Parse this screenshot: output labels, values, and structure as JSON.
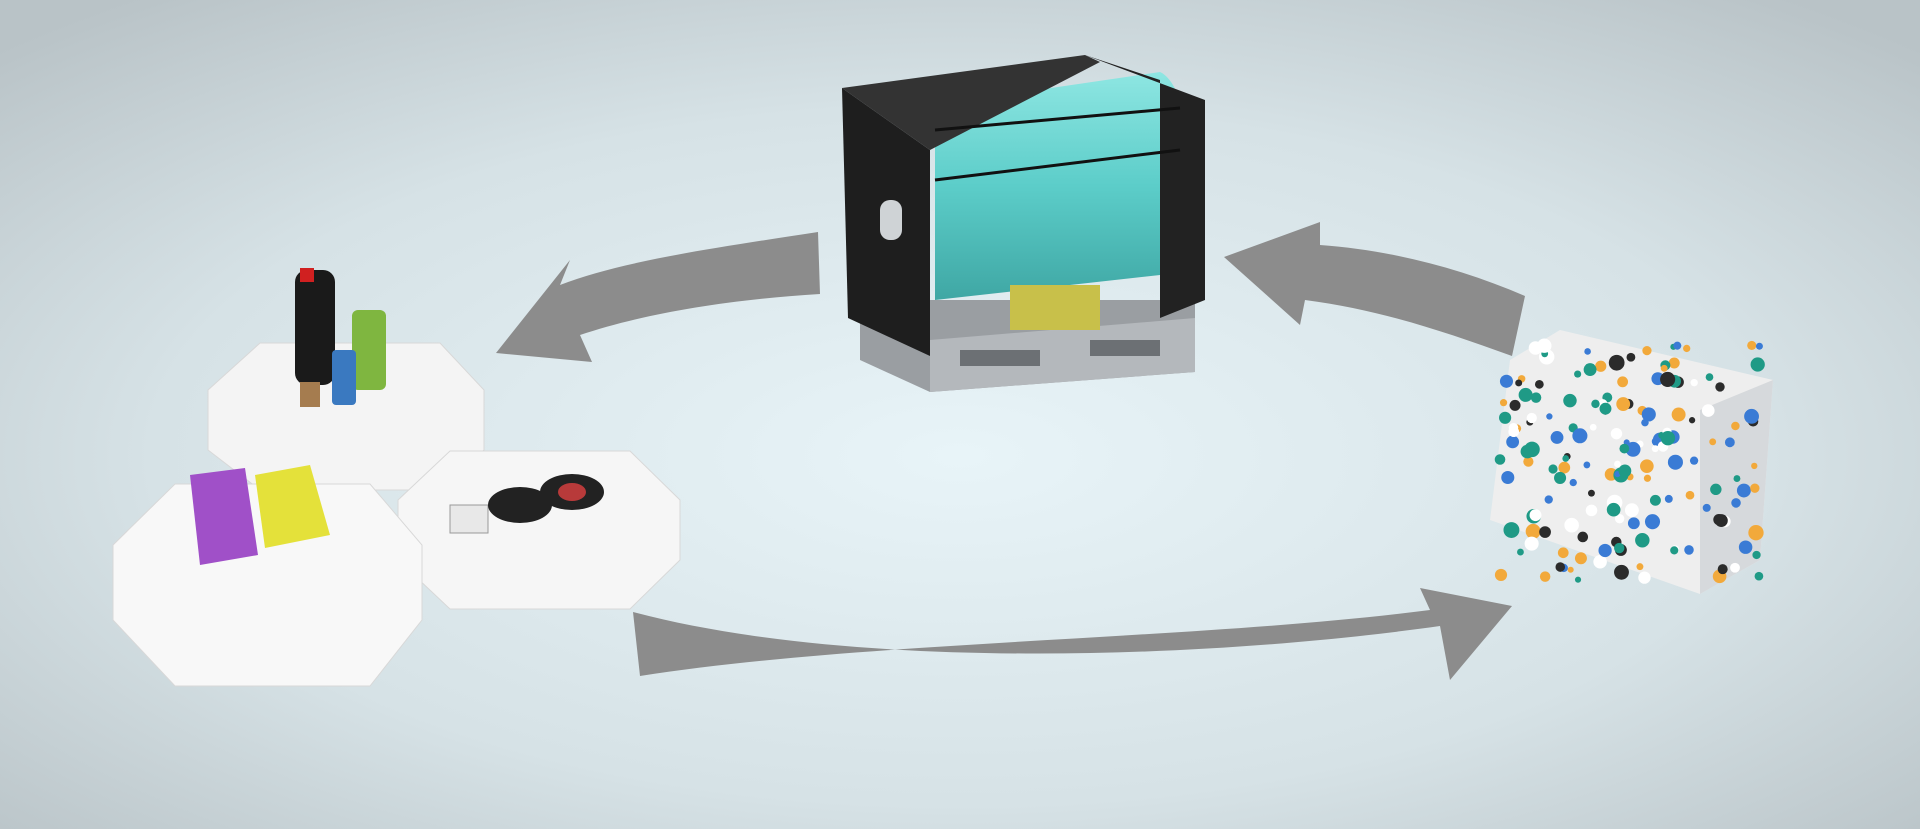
{
  "colors": {
    "background_center": "#e8f4f8",
    "background_edge": "#b9c3c7",
    "arrow": "#8c8c8c",
    "film_roll": "#6fd3d0",
    "pallet_frame": "#1e1e1e",
    "pallet_base": "#9a9ea2",
    "hexagon": "#f4f4f4",
    "bag_purple": "#a050c8",
    "bag_yellow": "#e4e13a",
    "bale_green": "#1f9a86",
    "bale_orange": "#f2a93b"
  },
  "icons": [
    "film-roll-on-pallet",
    "packaging-products-on-hexagons",
    "plastic-waste-bale",
    "cycle-arrow"
  ]
}
